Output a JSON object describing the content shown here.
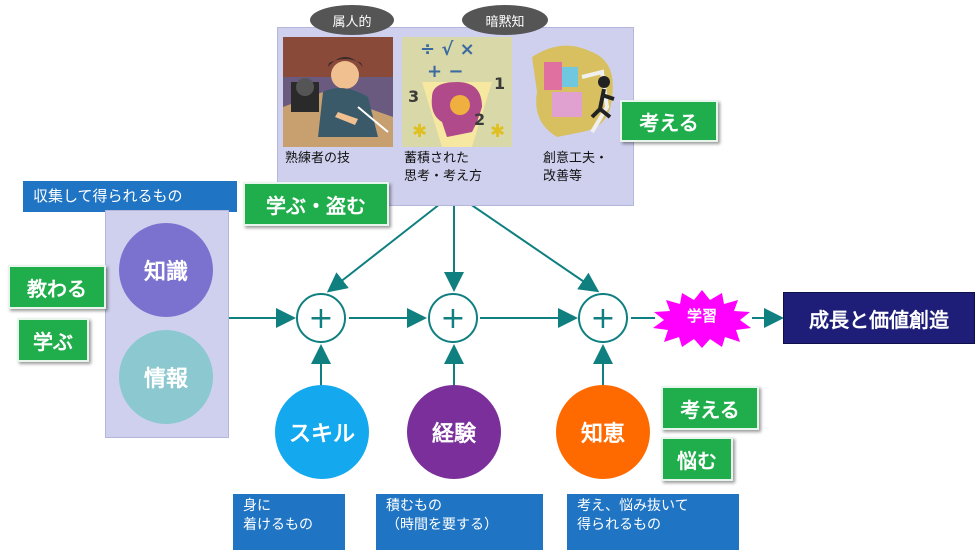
{
  "tacit_tags": {
    "personal": "属人的",
    "tacit": "暗黙知"
  },
  "tacit_items": [
    {
      "label": "熟練者の技",
      "icon": "craftsman-icon"
    },
    {
      "label": "蓄積された\n思考・考え方",
      "icon": "head-math-icon"
    },
    {
      "label": "創意工夫・\n改善等",
      "icon": "creative-icon"
    }
  ],
  "actions": {
    "think_top": "考える",
    "learn_steal": "学ぶ・盗む",
    "be_taught": "教わる",
    "learn": "学ぶ",
    "think_right": "考える",
    "worry": "悩む"
  },
  "collected_caption": "収集して得られるもの",
  "knowledge": "知識",
  "information": "情報",
  "skill": "スキル",
  "experience": "経験",
  "wisdom": "知恵",
  "skill_caption": "身に\n着けるもの",
  "experience_caption": "積むもの\n（時間を要する）",
  "wisdom_caption": "考え、悩み抜いて\n得られるもの",
  "plus_symbol": "+",
  "learning": "学習",
  "result": "成長と価値創造",
  "colors": {
    "knowledge": "#7b72d0",
    "information": "#8bc8cf",
    "skill": "#14a8ee",
    "experience": "#7a2f9a",
    "wisdom": "#ff6a00",
    "arrow": "#0f7f80",
    "learning_burst": "#ff00ff"
  }
}
